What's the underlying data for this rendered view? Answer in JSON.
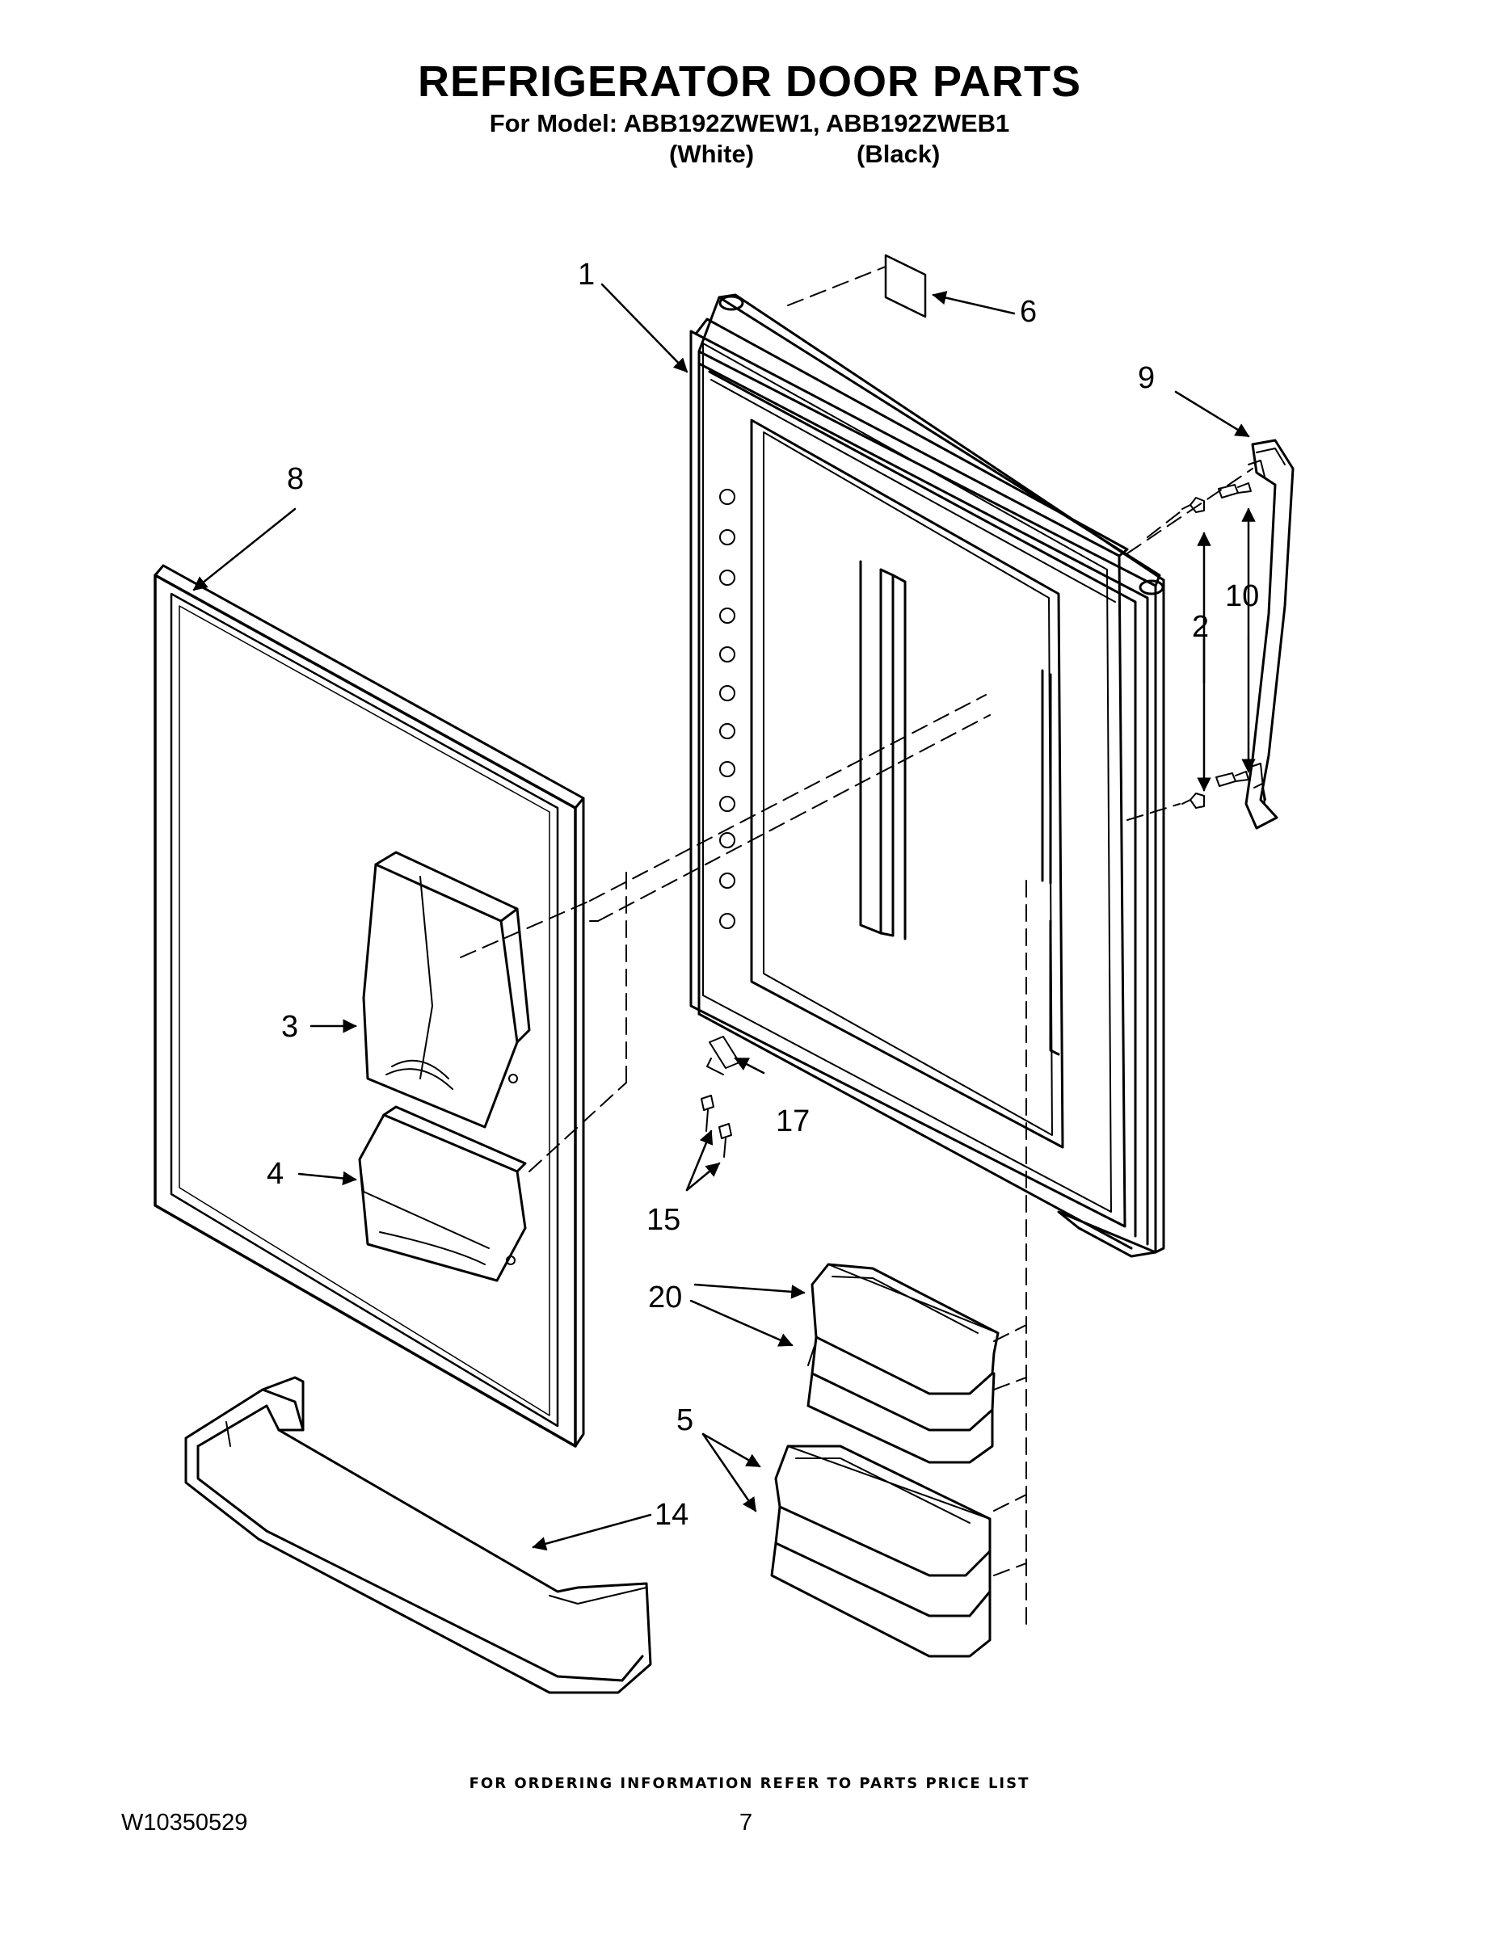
{
  "header": {
    "title": "REFRIGERATOR DOOR PARTS",
    "model_line": "For Model: ABB192ZWEW1, ABB192ZWEB1",
    "variant_white": "(White)",
    "variant_black": "(Black)"
  },
  "callouts": {
    "c1": "1",
    "c2": "2",
    "c3": "3",
    "c4": "4",
    "c5": "5",
    "c6": "6",
    "c8": "8",
    "c9": "9",
    "c10": "10",
    "c14": "14",
    "c15": "15",
    "c17": "17",
    "c20": "20"
  },
  "footer": {
    "ordering_note": "FOR ORDERING INFORMATION REFER TO PARTS PRICE LIST",
    "document_number": "W10350529",
    "page_number": "7"
  }
}
